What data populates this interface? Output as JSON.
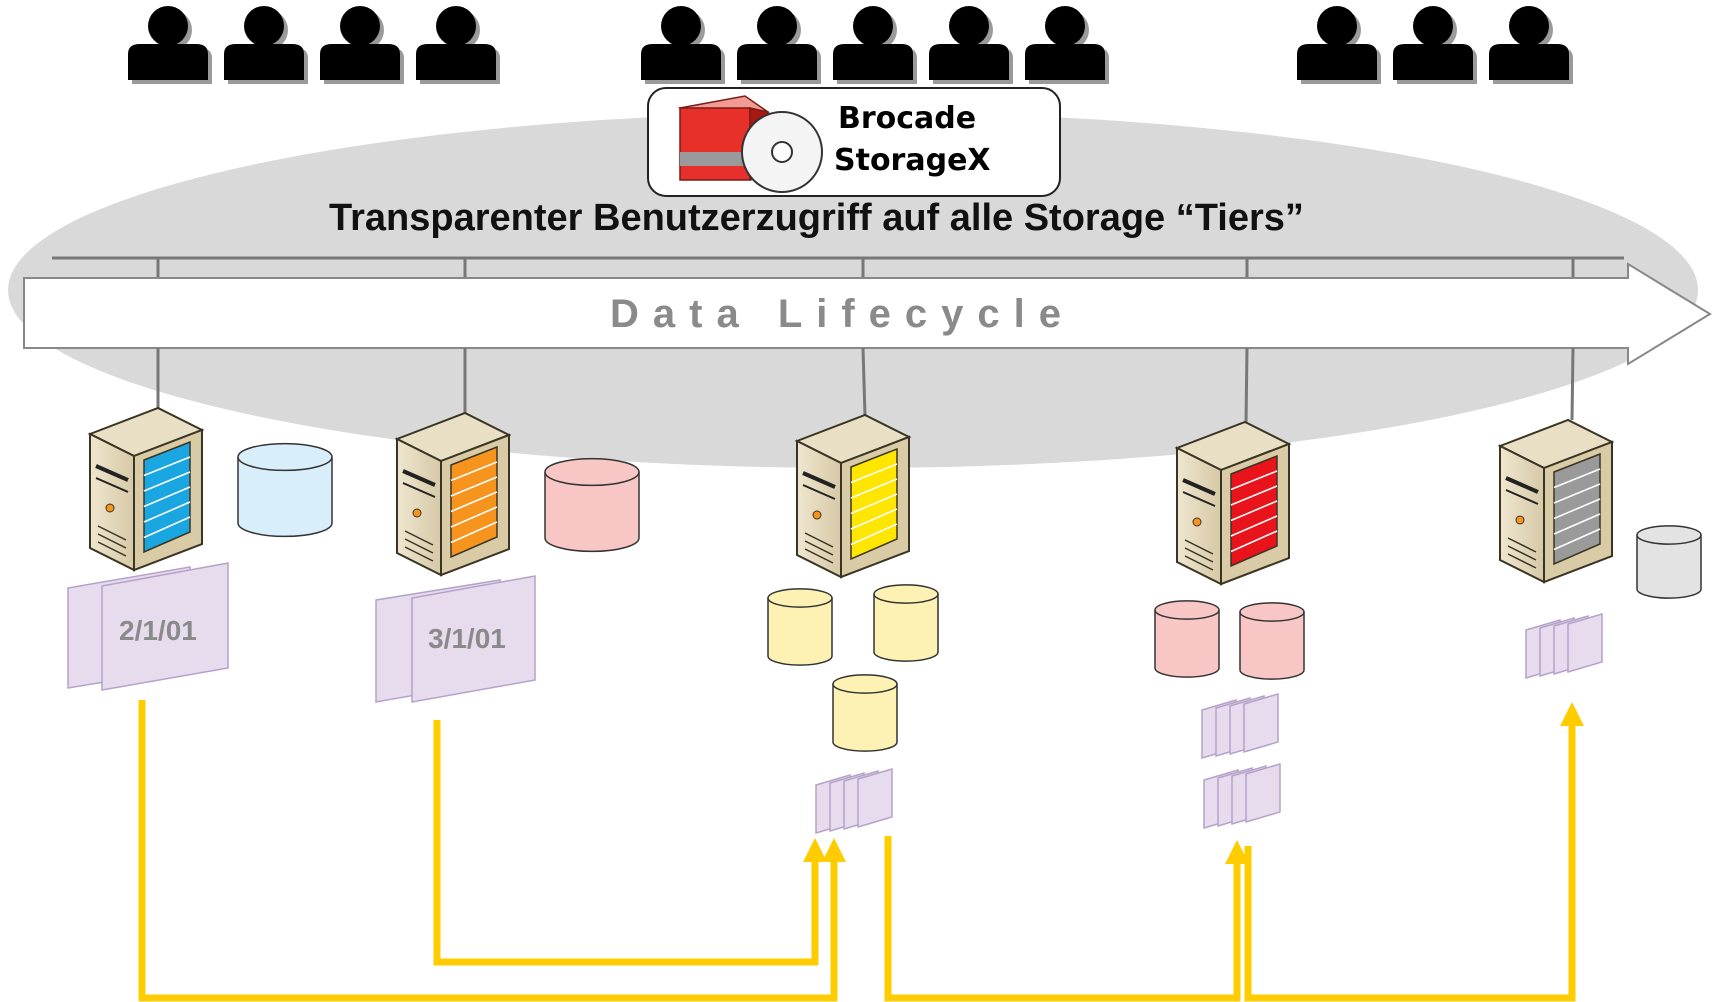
{
  "product": {
    "line1": "Brocade",
    "line2": "StorageX"
  },
  "title": "Transparenter Benutzerzugriff auf alle Storage “Tiers”",
  "lifecycle_label": "Data Lifecycle",
  "user_groups": [
    {
      "count": 4
    },
    {
      "count": 5
    },
    {
      "count": 3
    }
  ],
  "tiers": [
    {
      "server_color": "#1aa6e0",
      "disk_color": "#d8eefa",
      "doc_date": "2/1/01"
    },
    {
      "server_color": "#f7941d",
      "disk_color": "#f9c6c6",
      "doc_date": "3/1/01"
    },
    {
      "server_color": "#ffe600",
      "disk_color": "#fdf2b3"
    },
    {
      "server_color": "#e8131b",
      "disk_color": "#f9c6c6"
    },
    {
      "server_color": "#9a9a9a",
      "disk_color": "#e3e3e3"
    }
  ],
  "colors": {
    "arrow": "#ffcc00",
    "ellipse": "#d9d9d9",
    "document": "#e6dcee",
    "document_border": "#b6a2c8"
  }
}
